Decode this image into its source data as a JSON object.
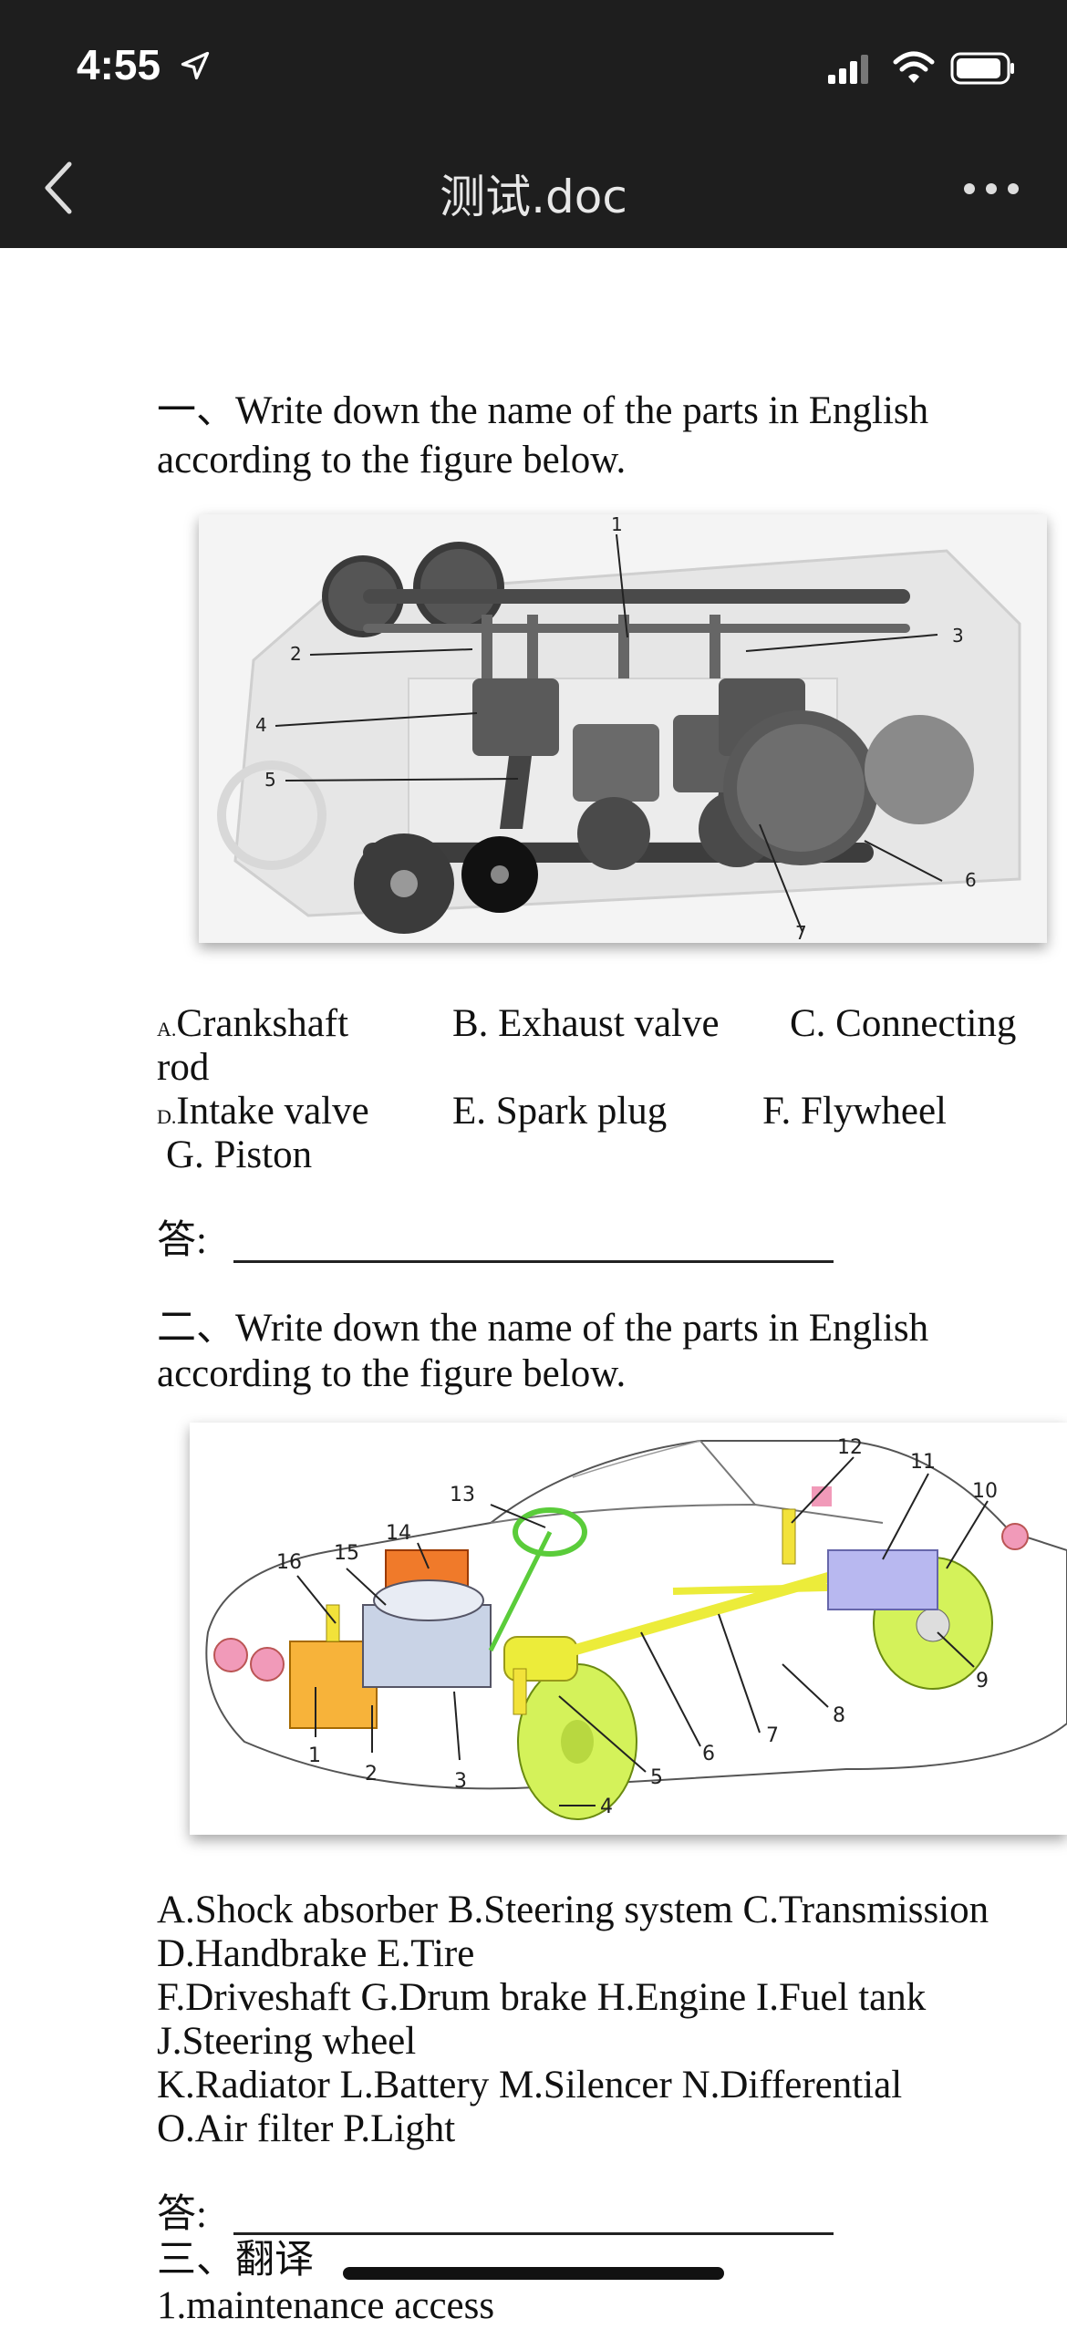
{
  "status_bar": {
    "time": "4:55"
  },
  "nav": {
    "title": "测试.doc"
  },
  "section1": {
    "heading_line1": "一、Write down the name of the parts in English",
    "heading_line2": "according to the figure below.",
    "figure_labels": [
      "1",
      "2",
      "3",
      "4",
      "5",
      "6",
      "7"
    ],
    "options": {
      "a_prefix": "A.",
      "a": "Crankshaft",
      "b": "B. Exhaust valve",
      "c": "C. Connecting",
      "c_cont": "rod",
      "d_prefix": "D.",
      "d": "Intake valve",
      "e": "E. Spark plug",
      "f": "F. Flywheel",
      "g": "G. Piston"
    },
    "answer_label": "答:"
  },
  "section2": {
    "heading_line1": "二、Write down the name of the parts in English",
    "heading_line2": "according to the figure below.",
    "figure_labels": [
      "1",
      "2",
      "3",
      "4",
      "5",
      "6",
      "7",
      "8",
      "9",
      "10",
      "11",
      "12",
      "13",
      "14",
      "15",
      "16"
    ],
    "options_lines": [
      "A.Shock absorber   B.Steering system   C.Transmission",
      " D.Handbrake  E.Tire",
      "F.Driveshaft   G.Drum brake   H.Engine  I.Fuel tank",
      " J.Steering wheel",
      "K.Radiator    L.Battery   M.Silencer    N.Differential",
      " O.Air filter   P.Light"
    ],
    "answer_label": "答:"
  },
  "section3": {
    "heading": "三、翻译",
    "item1": "1.maintenance access"
  }
}
